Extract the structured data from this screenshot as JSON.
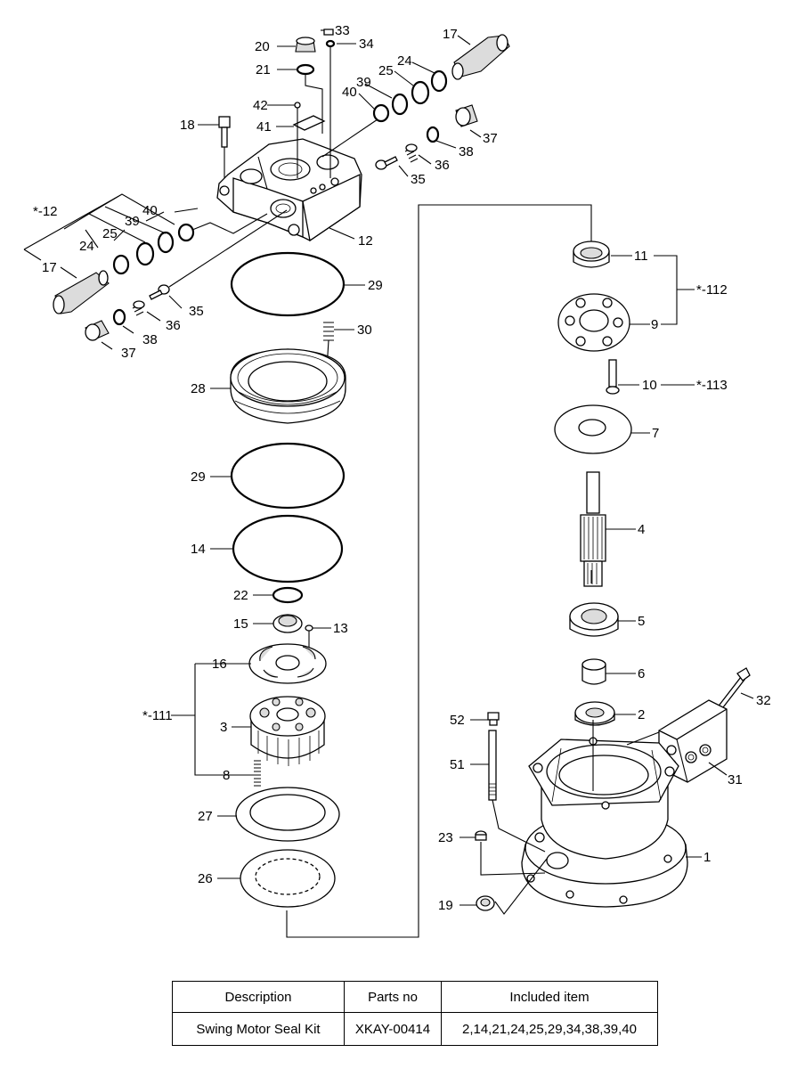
{
  "labels": {
    "l1": "1",
    "l2": "2",
    "l3": "3",
    "l4": "4",
    "l5": "5",
    "l6": "6",
    "l7": "7",
    "l8": "8",
    "l9": "9",
    "l10": "10",
    "l11": "11",
    "l12": "12",
    "l13": "13",
    "l14": "14",
    "l15": "15",
    "l16": "16",
    "l17a": "17",
    "l17b": "17",
    "l18": "18",
    "l19": "19",
    "l20": "20",
    "l21": "21",
    "l22": "22",
    "l23": "23",
    "l24a": "24",
    "l24b": "24",
    "l25a": "25",
    "l25b": "25",
    "l26": "26",
    "l27": "27",
    "l28": "28",
    "l29a": "29",
    "l29b": "29",
    "l30": "30",
    "l31": "31",
    "l32": "32",
    "l33": "33",
    "l34": "34",
    "l35a": "35",
    "l35b": "35",
    "l36a": "36",
    "l36b": "36",
    "l37a": "37",
    "l37b": "37",
    "l38a": "38",
    "l38b": "38",
    "l39a": "39",
    "l39b": "39",
    "l40a": "40",
    "l40b": "40",
    "l41": "41",
    "l42": "42",
    "l51": "51",
    "l52": "52",
    "k12": "*-12",
    "k111": "*-111",
    "k112": "*-112",
    "k113": "*-113"
  },
  "table": {
    "headers": [
      "Description",
      "Parts no",
      "Included item"
    ],
    "rows": [
      [
        "Swing Motor Seal Kit",
        "XKAY-00414",
        "2,14,21,24,25,29,34,38,39,40"
      ]
    ]
  }
}
